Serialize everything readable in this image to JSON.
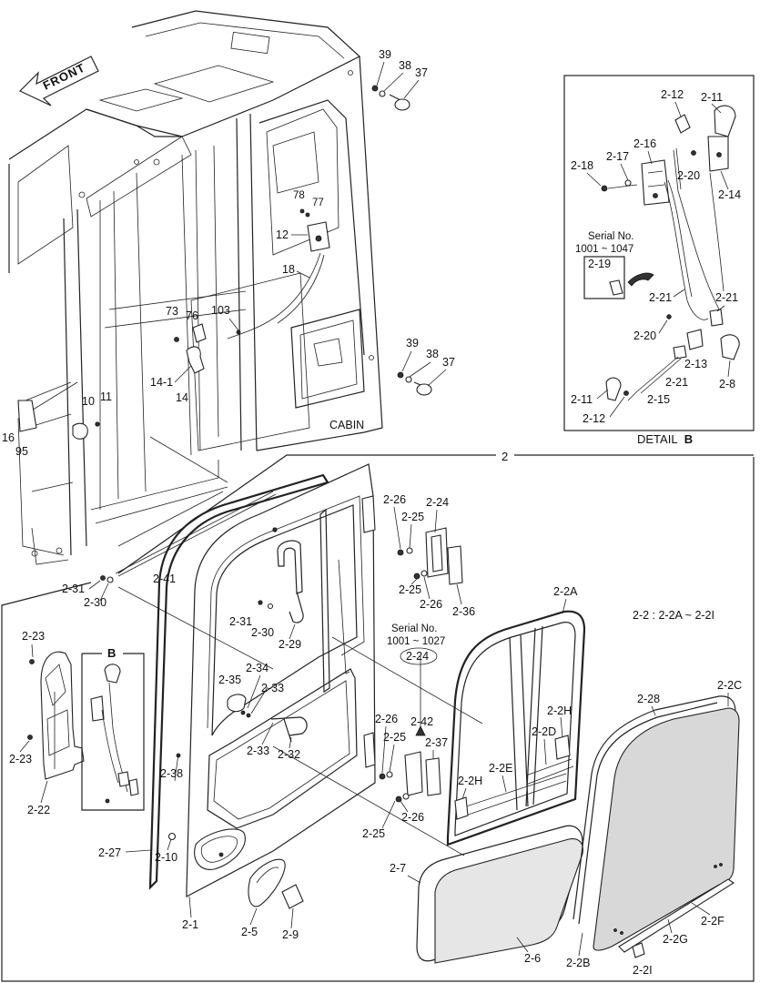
{
  "direction_label": "FRONT",
  "cabin_label": "CABIN",
  "detail_b_caption": {
    "prefix": "DETAIL",
    "letter": "B"
  },
  "group_2_label": "2",
  "inset_b_label": "B",
  "serial_detail": {
    "title": "Serial No.",
    "range": "1001 ~ 1047"
  },
  "serial_door": {
    "title": "Serial No.",
    "range": "1001 ~ 1027"
  },
  "note_2_2": "2-2 : 2-2A ~ 2-2I",
  "labels": {
    "p39a": "39",
    "p38a": "38",
    "p37a": "37",
    "p78": "78",
    "p77": "77",
    "p12": "12",
    "p18": "18",
    "p103": "103",
    "p73": "73",
    "p76": "76",
    "p14_1": "14-1",
    "p14": "14",
    "p39b": "39",
    "p38b": "38",
    "p37b": "37",
    "p10": "10",
    "p11": "11",
    "p16": "16",
    "p95": "95",
    "d2_12a": "2-12",
    "d2_11a": "2-11",
    "d2_16": "2-16",
    "d2_17": "2-17",
    "d2_18": "2-18",
    "d2_20a": "2-20",
    "d2_14": "2-14",
    "d2_19": "2-19",
    "d2_21a": "2-21",
    "d2_21b": "2-21",
    "d2_20b": "2-20",
    "d2_13": "2-13",
    "d2_21c": "2-21",
    "d2_8": "2-8",
    "d2_11b": "2-11",
    "d2_15": "2-15",
    "d2_12b": "2-12",
    "p2_26a": "2-26",
    "p2_24": "2-24",
    "p2_25a": "2-25",
    "p2_25b": "2-25",
    "p2_26b": "2-26",
    "p2_36": "2-36",
    "p2_31a": "2-31",
    "p2_30a": "2-30",
    "p2_41": "2-41",
    "p2_31b": "2-31",
    "p2_30b": "2-30",
    "p2_29": "2-29",
    "p2_2A": "2-2A",
    "p2_24c": "2-24",
    "p2_23a": "2-23",
    "p2_34": "2-34",
    "p2_35": "2-35",
    "p2_33a": "2-33",
    "p2_42": "2-42",
    "p2_26c": "2-26",
    "p2_25c": "2-25",
    "p2_37": "2-37",
    "p2_2H_a": "2-2H",
    "p2_2D": "2-2D",
    "p2_28": "2-28",
    "p2_2C": "2-2C",
    "p2_23b": "2-23",
    "p2_33b": "2-33",
    "p2_32": "2-32",
    "p2_38": "2-38",
    "p2_2E": "2-2E",
    "p2_2H_b": "2-2H",
    "p2_22": "2-22",
    "p2_26d": "2-26",
    "p2_25d": "2-25",
    "p2_27": "2-27",
    "p2_10": "2-10",
    "p2_7": "2-7",
    "p2_1": "2-1",
    "p2_5": "2-5",
    "p2_9": "2-9",
    "p2_6": "2-6",
    "p2_2F": "2-2F",
    "p2_2G": "2-2G",
    "p2_2B": "2-2B",
    "p2_2I": "2-2I"
  }
}
